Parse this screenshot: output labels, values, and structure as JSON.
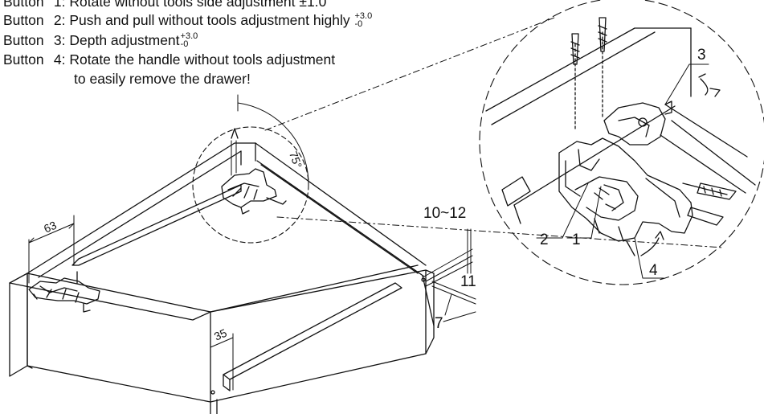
{
  "instructions": [
    {
      "button": "Button",
      "num": "1:",
      "text": "Rotate without tools side adjustment",
      "tol": "±1.0"
    },
    {
      "button": "Button",
      "num": "2:",
      "text": "Push and pull without tools adjustment highly",
      "tol_upper": "+3.0",
      "tol_lower": "-0"
    },
    {
      "button": "Button",
      "num": "3:",
      "text": "Depth adjustment",
      "tol_upper": "+3.0",
      "tol_lower": "-0"
    },
    {
      "button": "Button",
      "num": "4:",
      "text": "Rotate the handle without tools adjustment",
      "text2": "to easily remove the drawer!"
    }
  ],
  "drawing": {
    "dim_63": "63",
    "dim_35": "35",
    "angle_75": "75°",
    "dim_10_12": "10~12",
    "dim_11": "11",
    "dim_7": "7",
    "callout_1": "1",
    "callout_2": "2",
    "callout_3": "3",
    "callout_4": "4"
  }
}
